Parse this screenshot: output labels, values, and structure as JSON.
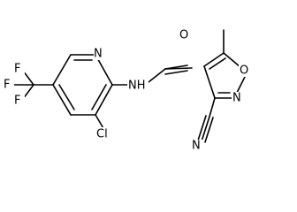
{
  "molecule": {
    "atoms": {
      "f_top": "F",
      "f_left": "F",
      "f_bottom": "F",
      "n_pyridine": "N",
      "cl": "Cl",
      "nh": "NH",
      "o_carbonyl": "O",
      "o_ring": "O",
      "n_isoxazole": "N",
      "n_nitrile": "N"
    }
  }
}
